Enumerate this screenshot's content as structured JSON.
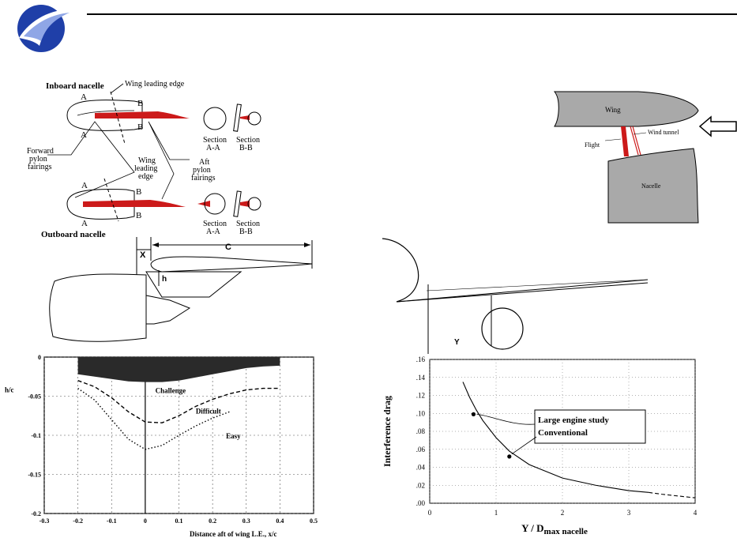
{
  "colors": {
    "pylon_red": "#cc1a1a",
    "grey_fill": "#a9a9a9",
    "logo_blue": "#1f3fa8",
    "logo_light": "#8fa6e6"
  },
  "header": {
    "logo_icon": "swoosh-logo-icon"
  },
  "pylon_diagram": {
    "inboard_label": "Inboard nacelle",
    "outboard_label": "Outboard nacelle",
    "wing_le_top": "Wing leading edge",
    "wing_le_mid": [
      "Wing",
      "leading",
      "edge"
    ],
    "forward_fairing": [
      "Forward",
      "pylon",
      "fairings"
    ],
    "aft_fairing": [
      "Aft",
      "pylon",
      "fairings"
    ],
    "sec_a_a": [
      "Section",
      "A-A"
    ],
    "sec_b_b": [
      "Section",
      "B-B"
    ],
    "letter_a": "A",
    "letter_b": "B"
  },
  "wind_tunnel_diagram": {
    "wing_label": "Wing",
    "nacelle_label": "Nacelle",
    "flight_label": "Flight",
    "tunnel_label": "Wind tunnel"
  },
  "geometry_sketch": {
    "x_label": "X",
    "c_label": "C",
    "h_label": "h",
    "y_label": "Y"
  },
  "chart_data": [
    {
      "type": "line",
      "ylabel": "h/c",
      "xlabel": "Distance aft of wing L.E., x/c",
      "xlim": [
        -0.3,
        0.5
      ],
      "ylim": [
        -0.2,
        0
      ],
      "x_ticks": [
        "-0.3",
        "-0.2",
        "-0.1",
        "0",
        "0.1",
        "0.2",
        "0.3",
        "0.4",
        "0.5"
      ],
      "y_ticks": [
        "0",
        "-0.05",
        "-0.1",
        "-0.15",
        "-0.2"
      ],
      "grid": true,
      "series": [
        {
          "name": "Challenge",
          "style": "filled-band",
          "x": [
            -0.2,
            -0.15,
            -0.1,
            -0.05,
            0,
            0.05,
            0.1,
            0.15,
            0.2,
            0.25,
            0.3,
            0.35,
            0.4
          ],
          "y": [
            -0.022,
            -0.025,
            -0.028,
            -0.031,
            -0.032,
            -0.032,
            -0.03,
            -0.026,
            -0.022,
            -0.018,
            -0.014,
            -0.012,
            -0.011
          ]
        },
        {
          "name": "Difficult",
          "style": "dashed",
          "x": [
            -0.2,
            -0.15,
            -0.1,
            -0.05,
            0,
            0.05,
            0.1,
            0.15,
            0.2,
            0.25,
            0.3,
            0.35,
            0.4
          ],
          "y": [
            -0.03,
            -0.038,
            -0.052,
            -0.07,
            -0.083,
            -0.084,
            -0.075,
            -0.063,
            -0.054,
            -0.047,
            -0.042,
            -0.04,
            -0.04
          ]
        },
        {
          "name": "Easy",
          "style": "dotted",
          "x": [
            -0.2,
            -0.15,
            -0.1,
            -0.05,
            0,
            0.05,
            0.1,
            0.15,
            0.2,
            0.25
          ],
          "y": [
            -0.04,
            -0.055,
            -0.08,
            -0.105,
            -0.118,
            -0.113,
            -0.1,
            -0.088,
            -0.078,
            -0.07
          ]
        }
      ],
      "annotations": [
        "Challenge",
        "Difficult",
        "Easy"
      ]
    },
    {
      "type": "line",
      "ylabel": "Interference drag",
      "xlabel_main": "Y / D",
      "xlabel_sub": "max nacelle",
      "xlim": [
        0,
        4
      ],
      "ylim": [
        0,
        0.16
      ],
      "x_ticks": [
        "0",
        "1",
        "2",
        "3",
        "4"
      ],
      "y_ticks": [
        ".16",
        ".14",
        ".12",
        ".10",
        ".08",
        ".06",
        ".04",
        ".02",
        ".00"
      ],
      "grid": true,
      "series": [
        {
          "style": "solid",
          "x": [
            0.5,
            0.6,
            0.7,
            0.8,
            1.0,
            1.2,
            1.5,
            2.0,
            2.5,
            3.0,
            3.3
          ],
          "y": [
            0.135,
            0.118,
            0.104,
            0.092,
            0.073,
            0.058,
            0.043,
            0.028,
            0.02,
            0.014,
            0.012
          ]
        },
        {
          "style": "dashed",
          "x": [
            3.3,
            3.5,
            4.0
          ],
          "y": [
            0.012,
            0.01,
            0.006
          ]
        }
      ],
      "points": [
        {
          "label": "Large engine study",
          "x": 0.66,
          "y": 0.099
        },
        {
          "label": "Conventional",
          "x": 1.2,
          "y": 0.052
        }
      ],
      "legend_box": [
        "Large engine study",
        "Conventional"
      ]
    }
  ]
}
